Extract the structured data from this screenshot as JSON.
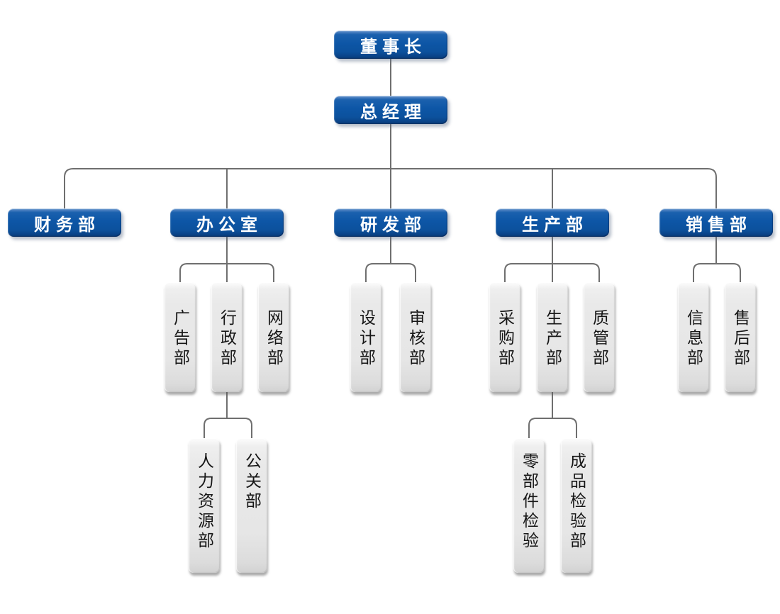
{
  "org_chart": {
    "nodes": {
      "chairman": {
        "label": "董事长",
        "level": 1
      },
      "general_manager": {
        "label": "总经理",
        "level": 2
      },
      "finance": {
        "label": "财务部",
        "level": 3
      },
      "office": {
        "label": "办公室",
        "level": 3
      },
      "rnd": {
        "label": "研发部",
        "level": 3
      },
      "production": {
        "label": "生产部",
        "level": 3
      },
      "sales": {
        "label": "销售部",
        "level": 3
      },
      "advertising": {
        "label": "广告部",
        "level": 4
      },
      "administration": {
        "label": "行政部",
        "level": 4
      },
      "network": {
        "label": "网络部",
        "level": 4
      },
      "design": {
        "label": "设计部",
        "level": 4
      },
      "audit": {
        "label": "审核部",
        "level": 4
      },
      "purchasing": {
        "label": "采购部",
        "level": 4
      },
      "production_dept": {
        "label": "生产部",
        "level": 4
      },
      "quality_control": {
        "label": "质管部",
        "level": 4
      },
      "information": {
        "label": "信息部",
        "level": 4
      },
      "after_sales": {
        "label": "售后部",
        "level": 4
      },
      "human_resources": {
        "label": "人力资源部",
        "level": 5
      },
      "public_relations": {
        "label": "公关部",
        "level": 5
      },
      "parts_inspection": {
        "label": "零部件检验",
        "level": 5
      },
      "finished_product_inspection": {
        "label": "成品检验部",
        "level": 5
      }
    },
    "edges": [
      {
        "from": "chairman",
        "to": "general_manager"
      },
      {
        "from": "general_manager",
        "to": "finance"
      },
      {
        "from": "general_manager",
        "to": "office"
      },
      {
        "from": "general_manager",
        "to": "rnd"
      },
      {
        "from": "general_manager",
        "to": "production"
      },
      {
        "from": "general_manager",
        "to": "sales"
      },
      {
        "from": "office",
        "to": "advertising"
      },
      {
        "from": "office",
        "to": "administration"
      },
      {
        "from": "office",
        "to": "network"
      },
      {
        "from": "rnd",
        "to": "design"
      },
      {
        "from": "rnd",
        "to": "audit"
      },
      {
        "from": "production",
        "to": "purchasing"
      },
      {
        "from": "production",
        "to": "production_dept"
      },
      {
        "from": "production",
        "to": "quality_control"
      },
      {
        "from": "sales",
        "to": "information"
      },
      {
        "from": "sales",
        "to": "after_sales"
      },
      {
        "from": "administration",
        "to": "human_resources"
      },
      {
        "from": "administration",
        "to": "public_relations"
      },
      {
        "from": "production_dept",
        "to": "parts_inspection"
      },
      {
        "from": "production_dept",
        "to": "finished_product_inspection"
      }
    ],
    "colors": {
      "node_blue": "#0d56a6",
      "node_blue_dark": "#083a77",
      "node_blue_highlight": "#86abd8",
      "node_gray": "#e6e6e6",
      "connector_gray": "#6f6f6f",
      "text_on_blue": "#ffffff",
      "text_on_gray": "#161616",
      "background": "#ffffff"
    }
  }
}
